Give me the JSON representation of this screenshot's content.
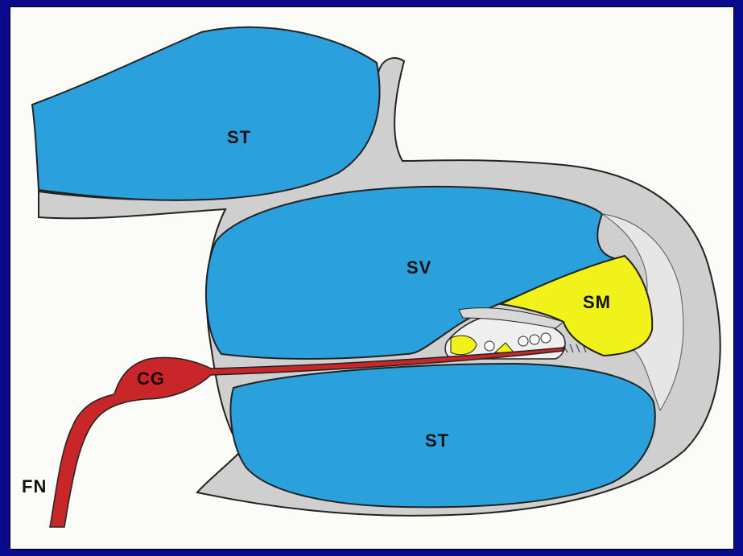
{
  "labels": {
    "st_top": "ST",
    "sv": "SV",
    "sm": "SM",
    "st_bottom": "ST",
    "cg": "CG",
    "fn": "FN"
  },
  "colors": {
    "background": "#0a0a8c",
    "paper": "#fbfbf8",
    "scala_fill": "#2aa0dc",
    "bone_fill": "#c9c9c9",
    "scala_media_fill": "#f0f21a",
    "nerve_fill": "#c9262a",
    "outline": "#222222"
  }
}
